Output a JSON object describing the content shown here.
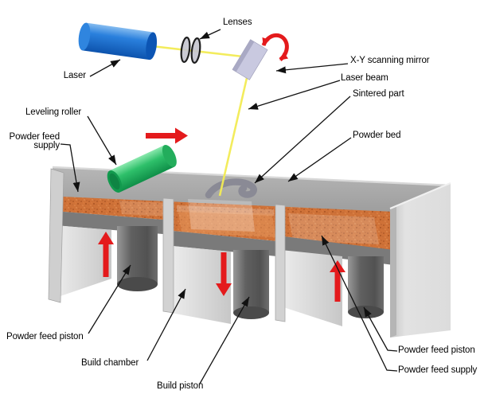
{
  "labels": {
    "lenses": "Lenses",
    "laser": "Laser",
    "xy_scanning_mirror": "X-Y scanning mirror",
    "laser_beam": "Laser beam",
    "sintered_part": "Sintered part",
    "powder_bed": "Powder bed",
    "leveling_roller": "Leveling roller",
    "powder_feed_supply_left": {
      "line1": "Powder feed",
      "line2": "supply"
    },
    "powder_feed_piston_left": "Powder feed piston",
    "build_chamber": "Build chamber",
    "build_piston": "Build piston",
    "powder_feed_piston_right": "Powder feed piston",
    "powder_feed_supply_right": "Powder feed supply"
  },
  "arrows": {
    "roller_direction": "right",
    "powder_feed_piston_left_direction": "up",
    "build_piston_direction": "down",
    "powder_feed_piston_right_direction": "up",
    "mirror_rotation": "rotate"
  },
  "colors": {
    "laser_blue": "#1d76d8",
    "beam_yellow": "#f3ec55",
    "roller_green": "#2eb866",
    "powder_orange": "#cf7238",
    "arrow_red": "#e41a1c",
    "mirror_lavender": "#c9c9e0",
    "table_gray": "#7a7a7a",
    "wall_light_gray": "#d8d8d8"
  }
}
